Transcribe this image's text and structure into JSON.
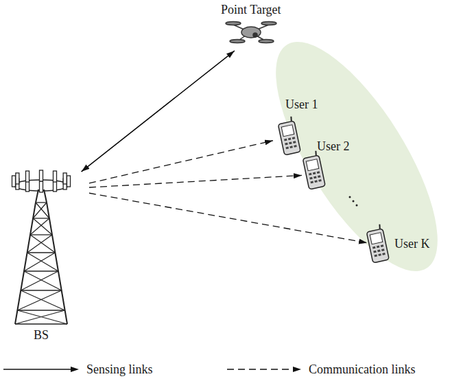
{
  "diagram": {
    "nodes": [
      {
        "text": [
          "Point Target"
        ]
      },
      {
        "text": [
          "User 1"
        ]
      },
      {
        "text": [
          "User 2"
        ]
      },
      {
        "text": [
          "User K"
        ]
      },
      {
        "text": [
          "BS"
        ]
      }
    ],
    "edges": [
      {
        "from": 4,
        "to": 0,
        "arrow": "to"
      },
      {
        "from": 0,
        "to": 4,
        "arrow": "to"
      },
      {
        "from": 4,
        "to": 1,
        "arrow": "to"
      },
      {
        "from": 4,
        "to": 2,
        "arrow": "to"
      },
      {
        "from": 4,
        "to": 3,
        "arrow": "to"
      }
    ],
    "legend": [
      {
        "text": "Sensing links"
      },
      {
        "text": "Communication links"
      }
    ]
  }
}
